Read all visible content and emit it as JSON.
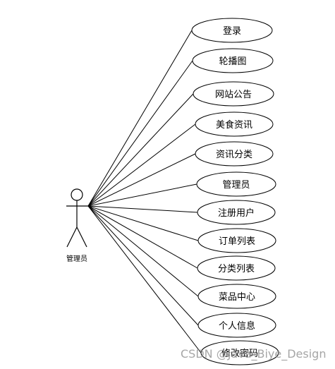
{
  "actor": {
    "label": "管理员"
  },
  "use_cases": [
    {
      "label": "登录"
    },
    {
      "label": "轮播图"
    },
    {
      "label": "网站公告"
    },
    {
      "label": "美食资讯"
    },
    {
      "label": "资讯分类"
    },
    {
      "label": "管理员"
    },
    {
      "label": "注册用户"
    },
    {
      "label": "订单列表"
    },
    {
      "label": "分类列表"
    },
    {
      "label": "菜品中心"
    },
    {
      "label": "个人信息"
    },
    {
      "label": "修改密码"
    }
  ],
  "watermark": "CSDN @Java_Biye_Design"
}
